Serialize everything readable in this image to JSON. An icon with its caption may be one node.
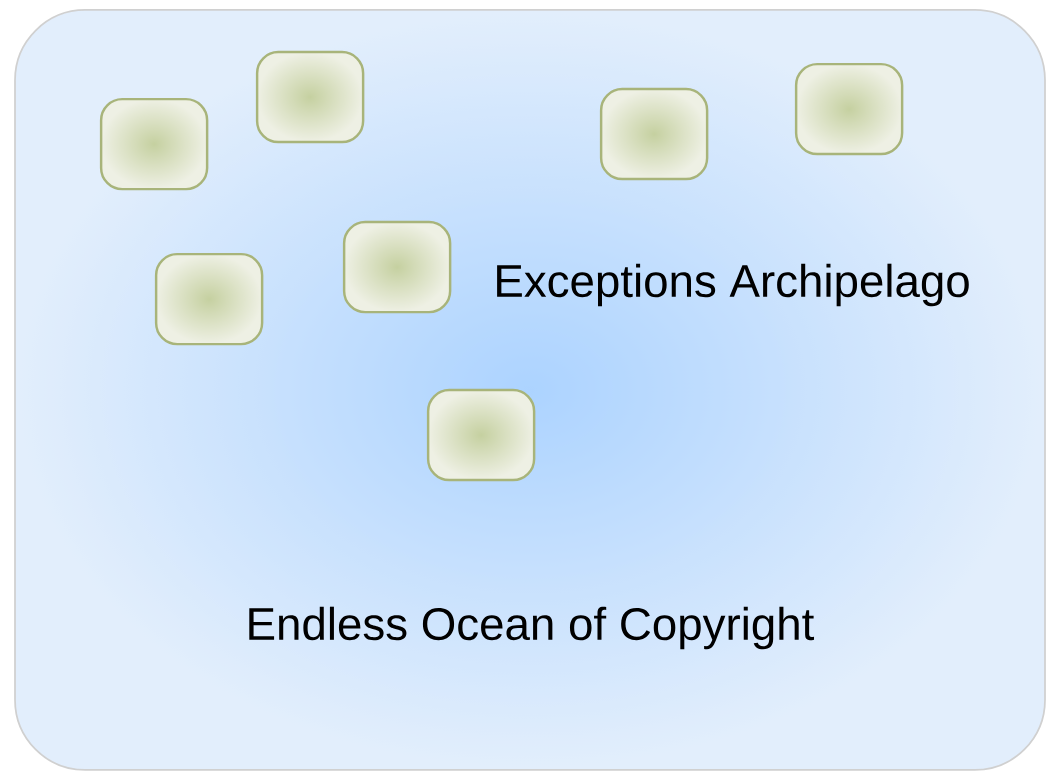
{
  "diagram": {
    "nodes": [
      {
        "text": [
          "Endless Ocean of Copyright"
        ]
      },
      {
        "text": [],
        "shape": "box",
        "in": 0
      },
      {
        "text": [],
        "shape": "box",
        "in": 0
      },
      {
        "text": [],
        "shape": "box",
        "in": 0
      },
      {
        "text": [],
        "shape": "box",
        "in": 0
      },
      {
        "text": [],
        "shape": "box",
        "in": 0
      },
      {
        "text": [],
        "shape": "box",
        "in": 0
      },
      {
        "text": [],
        "shape": "box",
        "in": 0
      }
    ],
    "labels": [
      "Exceptions Archipelago"
    ]
  }
}
